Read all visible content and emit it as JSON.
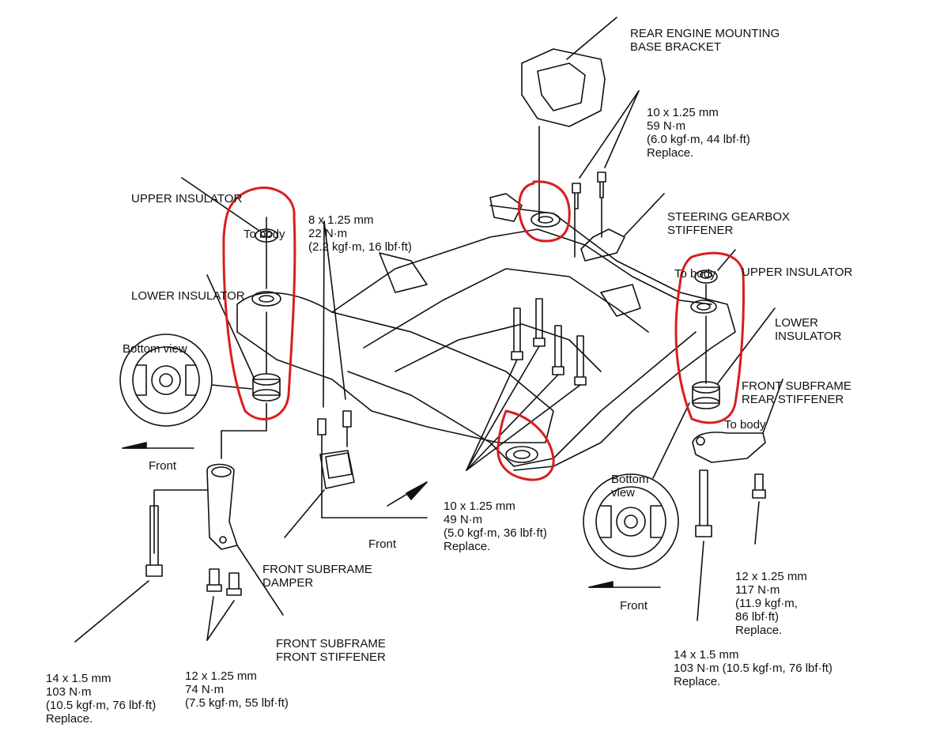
{
  "labels": {
    "rear_engine_bracket": [
      "REAR ENGINE MOUNTING",
      "BASE BRACKET"
    ],
    "bolt_10x125_59": [
      "10 x 1.25 mm",
      "59 N·m",
      "(6.0 kgf·m, 44 lbf·ft)",
      "Replace."
    ],
    "upper_insulator_left": [
      "UPPER INSULATOR"
    ],
    "to_body_left": [
      "To body"
    ],
    "bolt_8x125_22": [
      "8 x 1.25 mm",
      "22 N·m",
      "(2.2 kgf·m, 16 lbf·ft)"
    ],
    "steering_stiffener": [
      "STEERING GEARBOX",
      "STIFFENER"
    ],
    "to_body_right_top": [
      "To body"
    ],
    "upper_insulator_right": [
      "UPPER INSULATOR"
    ],
    "lower_insulator_left": [
      "LOWER INSULATOR"
    ],
    "lower_insulator_right": [
      "LOWER",
      "INSULATOR"
    ],
    "bottom_view_left": [
      "Bottom view"
    ],
    "front_subframe_rear_stiffener": [
      "FRONT SUBFRAME",
      "REAR STIFFENER"
    ],
    "to_body_right_bottom": [
      "To body"
    ],
    "front_left": [
      "Front"
    ],
    "bottom_view_right": [
      "Bottom",
      "view"
    ],
    "bolt_10x125_49": [
      "10 x 1.25 mm",
      "49 N·m",
      "(5.0 kgf·m, 36 lbf·ft)",
      "Replace."
    ],
    "front_center": [
      "Front"
    ],
    "front_subframe_damper": [
      "FRONT SUBFRAME",
      "DAMPER"
    ],
    "bolt_12x125_117": [
      "12 x 1.25 mm",
      "117 N·m",
      "(11.9 kgf·m,",
      "86 lbf·ft)",
      "Replace."
    ],
    "front_right": [
      "Front"
    ],
    "front_subframe_front_stiffener": [
      "FRONT SUBFRAME",
      "FRONT STIFFENER"
    ],
    "bolt_14x15_right": [
      "14 x 1.5 mm",
      "103 N·m (10.5 kgf·m, 76 lbf·ft)",
      "Replace."
    ],
    "bolt_14x15_left": [
      "14 x 1.5 mm",
      "103 N·m",
      "(10.5 kgf·m, 76 lbf·ft)",
      "Replace."
    ],
    "bolt_12x125_74": [
      "12 x 1.25 mm",
      "74 N·m",
      "(7.5 kgf·m, 55 lbf·ft)"
    ]
  },
  "colors": {
    "line": "#111111",
    "markup": "#d81e1e"
  }
}
